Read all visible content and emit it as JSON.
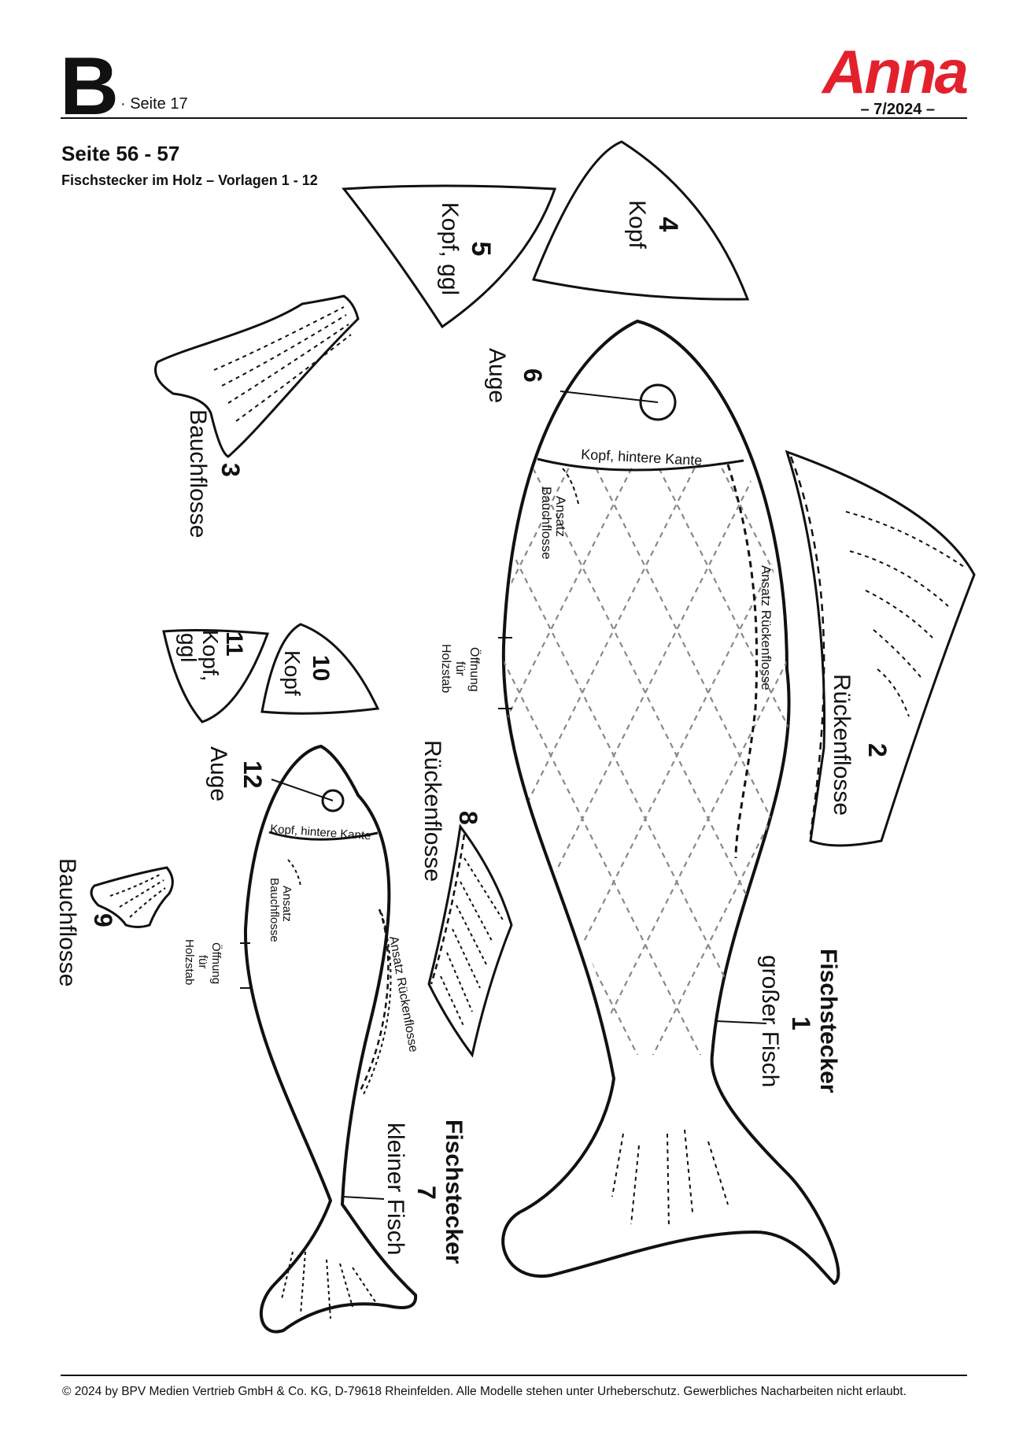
{
  "header": {
    "section_letter": "B",
    "page_ref": "· Seite 17",
    "brand": "Anna",
    "issue": "– 7/2024 –"
  },
  "title": "Seite 56 - 57",
  "subtitle": "Fischstecker im Holz – Vorlagen 1 - 12",
  "templates": {
    "p1": {
      "num": "1",
      "title": "Fischstecker",
      "label": "großer Fisch"
    },
    "p2": {
      "num": "2",
      "label": "Rückenflosse"
    },
    "p3": {
      "num": "3",
      "label": "Bauchflosse"
    },
    "p4": {
      "num": "4",
      "label": "Kopf"
    },
    "p5": {
      "num": "5",
      "label": "Kopf, ggl"
    },
    "p6": {
      "num": "6",
      "label": "Auge"
    },
    "p7": {
      "num": "7",
      "title": "Fischstecker",
      "label": "kleiner Fisch"
    },
    "p8": {
      "num": "8",
      "label": "Rückenflosse"
    },
    "p9": {
      "num": "9",
      "label": "Bauchflosse"
    },
    "p10": {
      "num": "10",
      "label": "Kopf"
    },
    "p11": {
      "num": "11",
      "label_line1": "Kopf,",
      "label_line2": "ggl"
    },
    "p12": {
      "num": "12",
      "label": "Auge"
    }
  },
  "marks": {
    "head_edge": "Kopf, hintere Kante",
    "belly_fin_base_1": "Ansatz",
    "belly_fin_base_2": "Bauchflosse",
    "dorsal_fin_base": "Ansatz Rückenflosse",
    "opening_1": "Öffnung",
    "opening_2": "für",
    "opening_3": "Holzstab"
  },
  "footer": "© 2024 by BPV Medien Vertrieb GmbH & Co. KG, D-79618 Rheinfelden. Alle Modelle stehen unter Urheberschutz. Gewerbliches Nacharbeiten nicht erlaubt."
}
